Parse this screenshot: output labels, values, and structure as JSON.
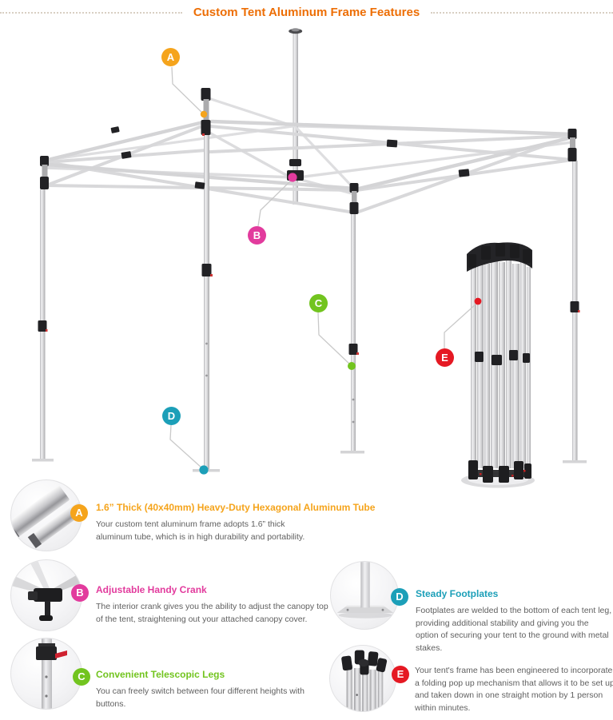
{
  "page": {
    "title": "Custom Tent Aluminum Frame Features"
  },
  "diagram": {
    "main_illustration": "pop-up-tent-aluminum-frame-wireframe",
    "secondary_illustration": "folded-tent-frame-bundle",
    "callouts": [
      {
        "letter": "A",
        "color": "#F5A41C",
        "points_to": "corner-bracket-tube"
      },
      {
        "letter": "B",
        "color": "#E23B9D",
        "points_to": "center-crank"
      },
      {
        "letter": "C",
        "color": "#72C41F",
        "points_to": "telescopic-leg"
      },
      {
        "letter": "D",
        "color": "#1C9FB8",
        "points_to": "leg-footplate"
      },
      {
        "letter": "E",
        "color": "#E51923",
        "points_to": "folded-frame"
      }
    ]
  },
  "features": [
    {
      "letter": "A",
      "color": "#F5A41C",
      "title": "1.6” Thick (40x40mm) Heavy-Duty Hexagonal Aluminum Tube",
      "description": "Your custom tent aluminum frame adopts 1.6” thick aluminum tube, which is in high durability and portability.",
      "image": "aluminum-square-tubes-photo"
    },
    {
      "letter": "B",
      "color": "#E23B9D",
      "title": "Adjustable Handy Crank",
      "description": "The interior crank gives you the ability to adjust the canopy top of the tent, straightening out your attached canopy cover.",
      "image": "canopy-crank-photo"
    },
    {
      "letter": "C",
      "color": "#72C41F",
      "title": "Convenient Telescopic Legs",
      "description": "You can freely switch between four different heights with buttons.",
      "image": "telescopic-leg-photo"
    },
    {
      "letter": "D",
      "color": "#1C9FB8",
      "title": "Steady Footplates",
      "description": "Footplates are welded to the bottom of each tent leg, providing additional stability and giving you the option of securing your tent to the ground with metal stakes.",
      "image": "leg-footplate-photo"
    },
    {
      "letter": "E",
      "color": "#E51923",
      "description": "Your tent's frame has been engineered to incorporate a folding pop up mechanism that allows it to be set up and taken down in one straight motion by 1 person within minutes.",
      "image": "folded-frame-top-photo"
    }
  ]
}
